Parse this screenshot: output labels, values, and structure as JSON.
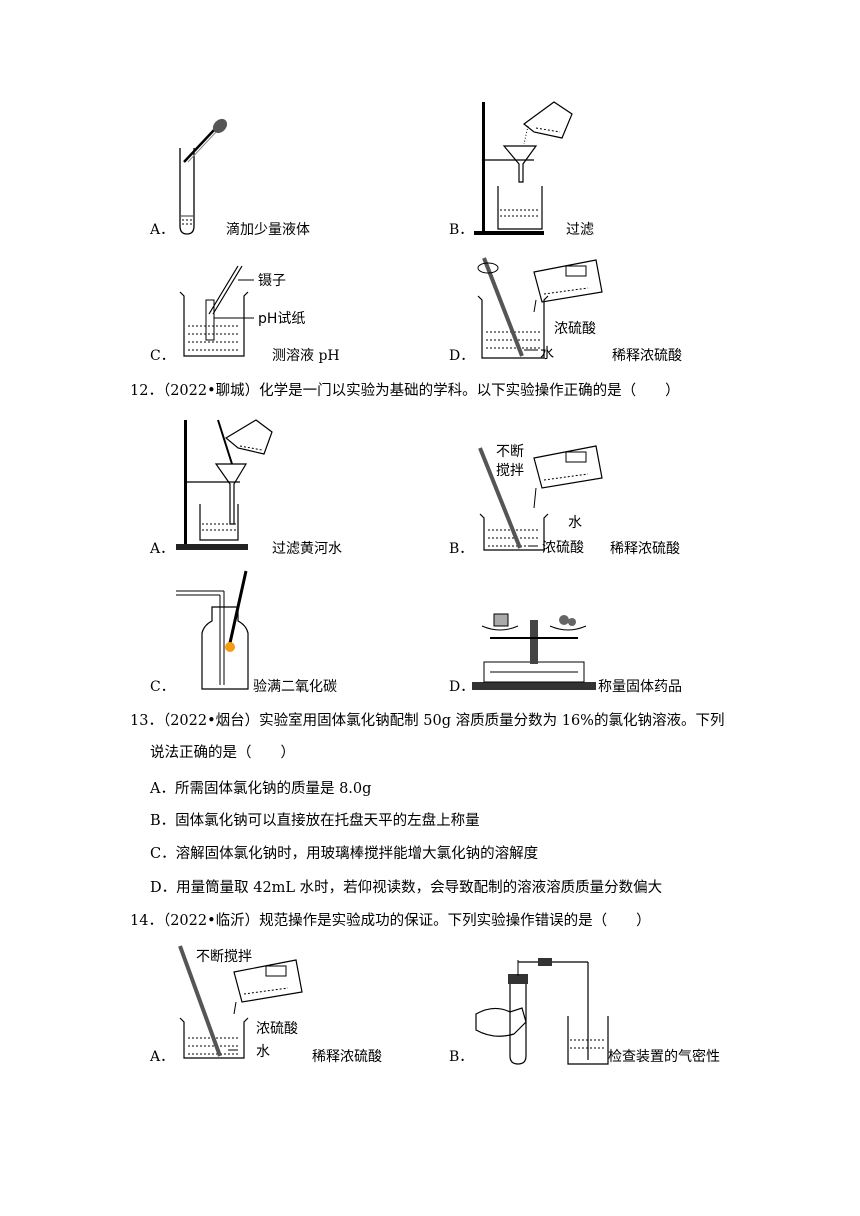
{
  "q11": {
    "options": [
      {
        "letter": "A．",
        "caption": "滴加少量液体"
      },
      {
        "letter": "B．",
        "caption": "过滤"
      },
      {
        "letter": "C．",
        "caption": "测溶液 pH",
        "labels": [
          "镊子",
          "pH试纸"
        ]
      },
      {
        "letter": "D．",
        "caption": "稀释浓硫酸",
        "labels": [
          "浓硫酸",
          "水"
        ]
      }
    ]
  },
  "q12": {
    "stem": "12．（2022•聊城）化学是一门以实验为基础的学科。以下实验操作正确的是（　　）",
    "options": [
      {
        "letter": "A．",
        "caption": "过滤黄河水"
      },
      {
        "letter": "B．",
        "caption": "稀释浓硫酸",
        "labels": [
          "不断",
          "搅拌",
          "水",
          "浓硫酸"
        ]
      },
      {
        "letter": "C．",
        "caption": "验满二氧化碳"
      },
      {
        "letter": "D．",
        "caption": "称量固体药品"
      }
    ]
  },
  "q13": {
    "stem_line1": "13．（2022•烟台）实验室用固体氯化钠配制 50g 溶质质量分数为 16%的氯化钠溶液。下列",
    "stem_line2": "说法正确的是（　　）",
    "options": [
      "A．所需固体氯化钠的质量是 8.0g",
      "B．固体氯化钠可以直接放在托盘天平的左盘上称量",
      "C．溶解固体氯化钠时，用玻璃棒搅拌能增大氯化钠的溶解度",
      "D．用量筒量取 42mL 水时，若仰视读数，会导致配制的溶液溶质质量分数偏大"
    ]
  },
  "q14": {
    "stem": "14．（2022•临沂）规范操作是实验成功的保证。下列实验操作错误的是（　　）",
    "options": [
      {
        "letter": "A．",
        "caption": "稀释浓硫酸",
        "labels": [
          "不断搅拌",
          "浓硫酸",
          "水"
        ]
      },
      {
        "letter": "B．",
        "caption": "检查装置的气密性"
      }
    ]
  }
}
